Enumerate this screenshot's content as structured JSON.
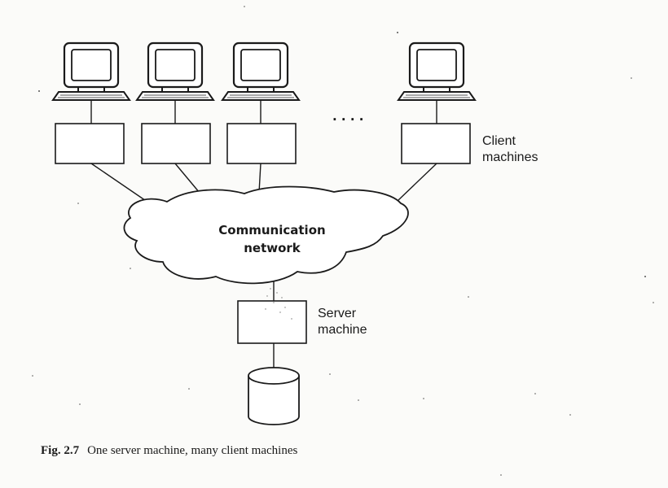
{
  "diagram": {
    "clients_label_line1": "Client",
    "clients_label_line2": "machines",
    "ellipsis": ". . . .",
    "network_label_line1": "Communication",
    "network_label_line2": "network",
    "server_label_line1": "Server",
    "server_label_line2": "machine",
    "computer_icon": "desktop-computer-icon",
    "storage_icon": "database-cylinder-icon",
    "stroke_color": "#1a1a1a",
    "fill_color": "#ffffff"
  },
  "caption": {
    "fig_number": "Fig. 2.7",
    "text": "One server machine, many client machines"
  }
}
